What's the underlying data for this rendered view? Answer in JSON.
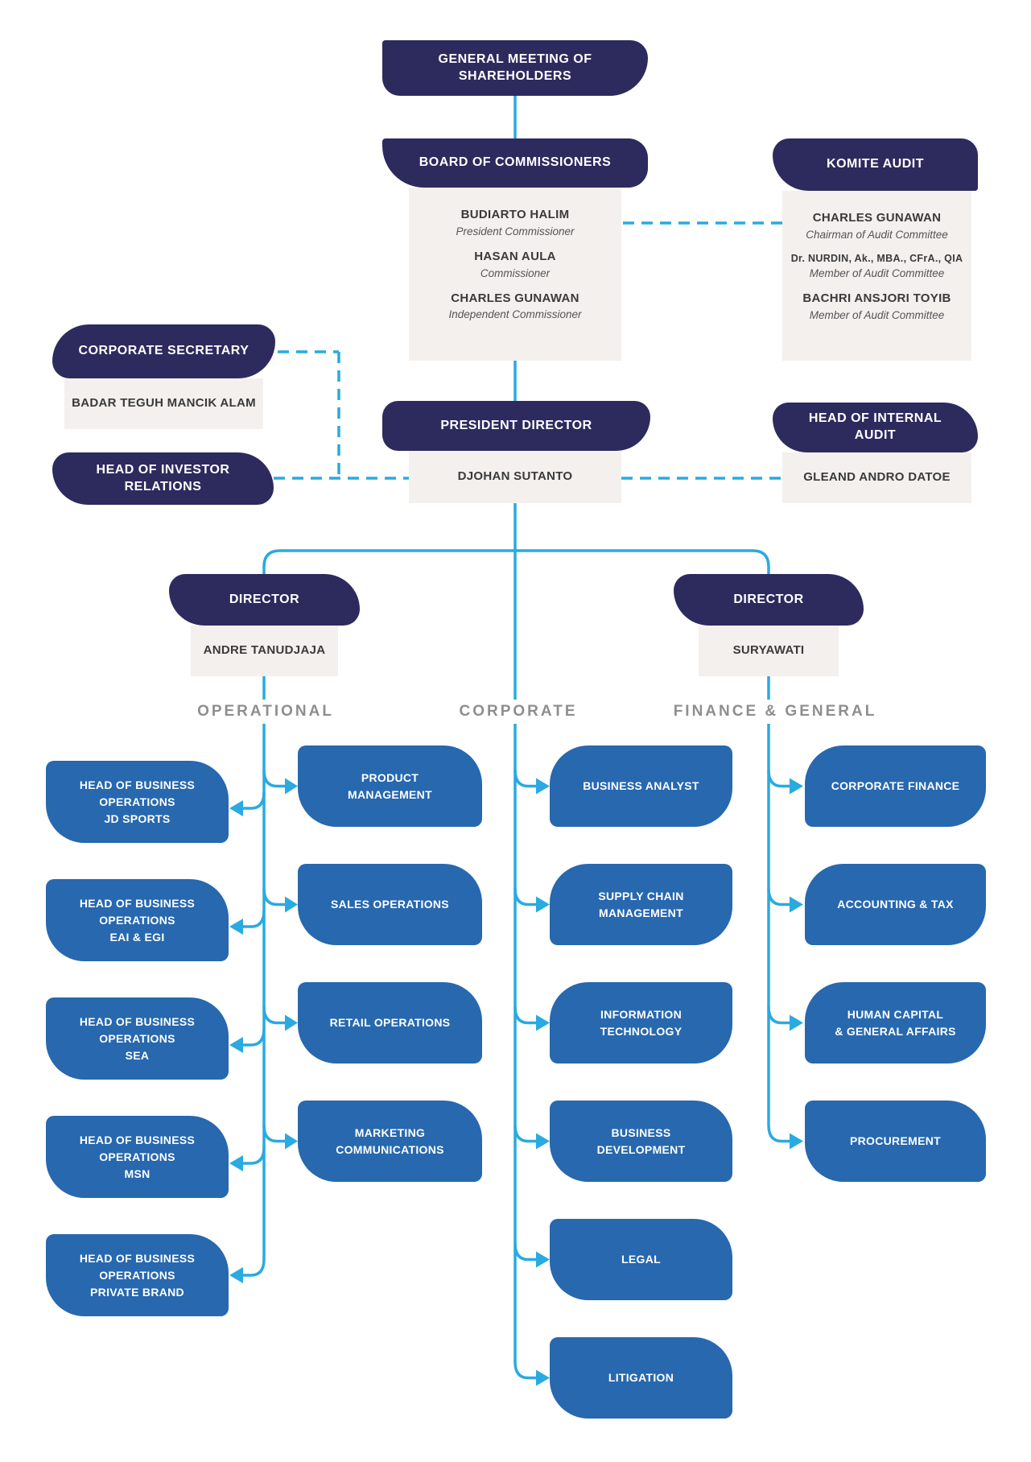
{
  "colors": {
    "navy": "#2d2a5e",
    "unit_blue": "#2768af",
    "connector_cyan": "#29aae1",
    "panel_gray": "#f3f0ee",
    "section_label_gray": "#8e8e8e"
  },
  "nodes": {
    "general_meeting": {
      "title": "GENERAL MEETING OF\nSHAREHOLDERS"
    },
    "board": {
      "title": "BOARD OF COMMISSIONERS",
      "members": [
        {
          "name": "BUDIARTO HALIM",
          "role": "President Commissioner"
        },
        {
          "name": "HASAN AULA",
          "role": "Commissioner"
        },
        {
          "name": "CHARLES GUNAWAN",
          "role": "Independent Commissioner"
        }
      ]
    },
    "komite_audit": {
      "title": "KOMITE AUDIT",
      "members": [
        {
          "name": "CHARLES GUNAWAN",
          "role": "Chairman of Audit Committee"
        },
        {
          "name": "Dr. NURDIN, Ak., MBA., CFrA., QIA",
          "role": "Member of Audit Committee"
        },
        {
          "name": "BACHRI ANSJORI TOYIB",
          "role": "Member of Audit Committee"
        }
      ]
    },
    "corporate_secretary": {
      "title": "CORPORATE SECRETARY",
      "name": "BADAR TEGUH MANCIK ALAM"
    },
    "investor_relations": {
      "title": "HEAD OF INVESTOR\nRELATIONS"
    },
    "president_director": {
      "title": "PRESIDENT DIRECTOR",
      "name": "DJOHAN SUTANTO"
    },
    "internal_audit": {
      "title": "HEAD OF INTERNAL\nAUDIT",
      "name": "GLEAND ANDRO DATOE"
    },
    "director_operational": {
      "title": "DIRECTOR",
      "name": "ANDRE TANUDJAJA"
    },
    "director_finance": {
      "title": "DIRECTOR",
      "name": "SURYAWATI"
    }
  },
  "section_labels": {
    "operational": "OPERATIONAL",
    "corporate": "CORPORATE",
    "finance": "FINANCE & GENERAL"
  },
  "business_operations": [
    {
      "label": "HEAD OF BUSINESS\nOPERATIONS\nJD SPORTS"
    },
    {
      "label": "HEAD OF BUSINESS\nOPERATIONS\nEAI & EGI"
    },
    {
      "label": "HEAD OF BUSINESS\nOPERATIONS\nSEA"
    },
    {
      "label": "HEAD OF BUSINESS\nOPERATIONS\nMSN"
    },
    {
      "label": "HEAD OF BUSINESS\nOPERATIONS\nPRIVATE BRAND"
    }
  ],
  "operational_units": [
    {
      "label": "PRODUCT\nMANAGEMENT"
    },
    {
      "label": "SALES OPERATIONS"
    },
    {
      "label": "RETAIL OPERATIONS"
    },
    {
      "label": "MARKETING\nCOMMUNICATIONS"
    }
  ],
  "corporate_units": [
    {
      "label": "BUSINESS ANALYST"
    },
    {
      "label": "SUPPLY CHAIN\nMANAGEMENT"
    },
    {
      "label": "INFORMATION\nTECHNOLOGY"
    },
    {
      "label": "BUSINESS\nDEVELOPMENT"
    },
    {
      "label": "LEGAL"
    },
    {
      "label": "LITIGATION"
    }
  ],
  "finance_units": [
    {
      "label": "CORPORATE FINANCE"
    },
    {
      "label": "ACCOUNTING & TAX"
    },
    {
      "label": "HUMAN CAPITAL\n& GENERAL AFFAIRS"
    },
    {
      "label": "PROCUREMENT"
    }
  ]
}
